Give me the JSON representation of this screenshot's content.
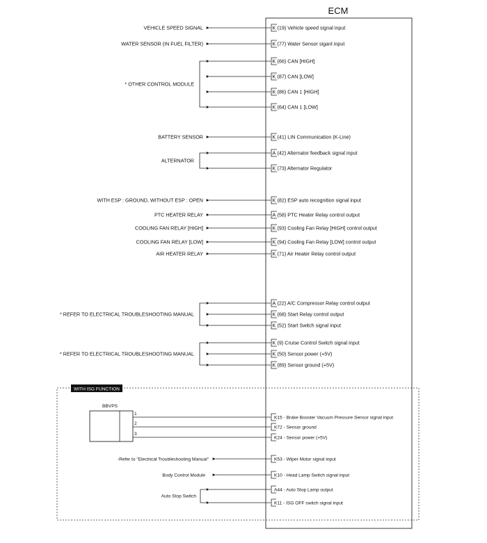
{
  "ecm": {
    "title": "ECM"
  },
  "signals": [
    {
      "pin": "K",
      "label": "(19) Vehicle speed signal input"
    },
    {
      "pin": "K",
      "label": "(77) Water Sensor siganl input"
    },
    {
      "pin": "K",
      "label": "(66) CAN [HIGH]"
    },
    {
      "pin": "K",
      "label": "(87) CAN [LOW]"
    },
    {
      "pin": "K",
      "label": "(86) CAN 1 [HIGH]"
    },
    {
      "pin": "K",
      "label": "(64) CAN 1 [LOW]"
    },
    {
      "pin": "K",
      "label": "(41) LIN Communication (K-Line)"
    },
    {
      "pin": "A",
      "label": "(42) Alternator feedback signal input"
    },
    {
      "pin": "K",
      "label": "(73) Alternator Regulator"
    },
    {
      "pin": "K",
      "label": "(82) ESP auto recognition signal input"
    },
    {
      "pin": "A",
      "label": "(58) PTC Heater Relay control output"
    },
    {
      "pin": "K",
      "label": "(93) Cooling Fan Relay [HIGH] control output"
    },
    {
      "pin": "K",
      "label": "(94) Cooling Fan Relay [LOW] control output"
    },
    {
      "pin": "K",
      "label": "(71) Air Heater Relay control output"
    },
    {
      "pin": "A",
      "label": "(22) A/C Compressor Relay control output"
    },
    {
      "pin": "K",
      "label": "(68) Start Relay control output"
    },
    {
      "pin": "K",
      "label": "(52) Start Switch signal input"
    },
    {
      "pin": "K",
      "label": "(9) Cruise Control Switch signal input"
    },
    {
      "pin": "K",
      "label": "(50) Sensor power (+5V)"
    },
    {
      "pin": "K",
      "label": "(89) Sensor ground (+5V)"
    }
  ],
  "devices": [
    "VEHICLE SPEED SIGNAL",
    "WATER SENSOR (IN FUEL FILTER)",
    "* OTHER CONTROL MODULE",
    "BATTERY SENSOR",
    "ALTERNATOR",
    "WITH ESP : GROUND, WITHOUT ESP : OPEN",
    "PTC HEATER RELAY",
    "COOLING FAN RELAY [HIGH]",
    "COOLING FAN RELAY [LOW]",
    "AIR HEATER RELAY",
    "* REFER TO ELECTRICAL TROUBLESHOOTING MANUAL",
    "* REFER TO ELECTRICAL TROUBLESHOOTING MANUAL"
  ],
  "isg": {
    "title": "WITH ISG FUNCTION",
    "bbvps": "BBVPS",
    "pins": [
      "1",
      "2",
      "3"
    ],
    "signals": [
      "K15 - Brake Booster Vacuum Pressure Sensor signal input",
      "K72 - Sensor ground",
      "K24 - Sensor power (+5V)",
      "K53 - Wiper Motor signal input",
      "K10 - Head Lamp Switch signal input",
      "A44 - Auto Stop Lamp output",
      "K11 - ISG OFF switch signal input"
    ],
    "devices": [
      "-Refer to \"Electrical Troubleshooting Manual\"",
      "Body Control Module",
      "Auto Stop Switch"
    ]
  }
}
